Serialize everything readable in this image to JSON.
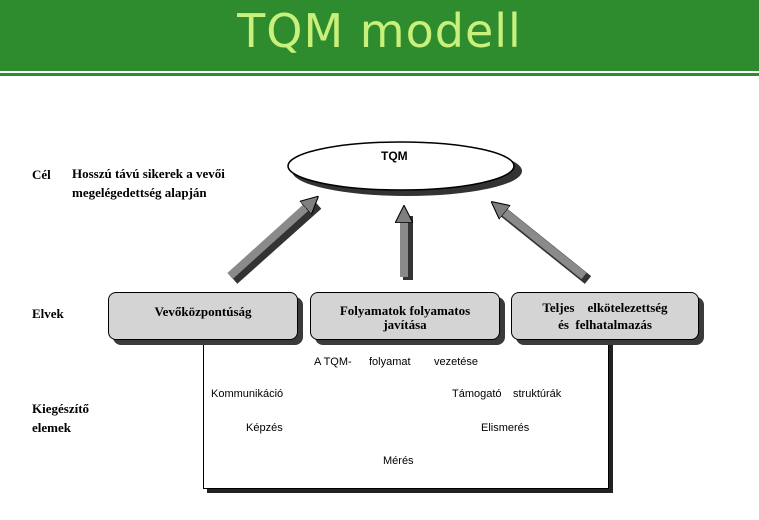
{
  "header": {
    "title": "TQM modell"
  },
  "diagram": {
    "top": {
      "label": "TQM"
    },
    "rows": {
      "cel": "Cél",
      "elvek": "Elvek",
      "kiegeszito_line1": "Kiegészítő",
      "kiegeszito_line2": "elemek"
    },
    "goal_text_line1": "Hosszú távú sikerek a vevői",
    "goal_text_line2": "megelégedettség alapján",
    "principles": [
      {
        "line1": "Vevőközpontúság",
        "line2": ""
      },
      {
        "line1": "Folyamatok folyamatos",
        "line2": "javítása"
      },
      {
        "line1": "Teljes    elkötelezettség",
        "line2": "és  felhatalmazás"
      }
    ],
    "elements": {
      "tqm_prefix": "A TQM-",
      "folyamat": "folyamat",
      "vezetese": "vezetése",
      "kommunikacio": "Kommunikáció",
      "tamogato": "Támogató",
      "strukturak": "struktúrák",
      "kepzes": "Képzés",
      "elismeres": "Elismerés",
      "meres": "Mérés"
    }
  }
}
